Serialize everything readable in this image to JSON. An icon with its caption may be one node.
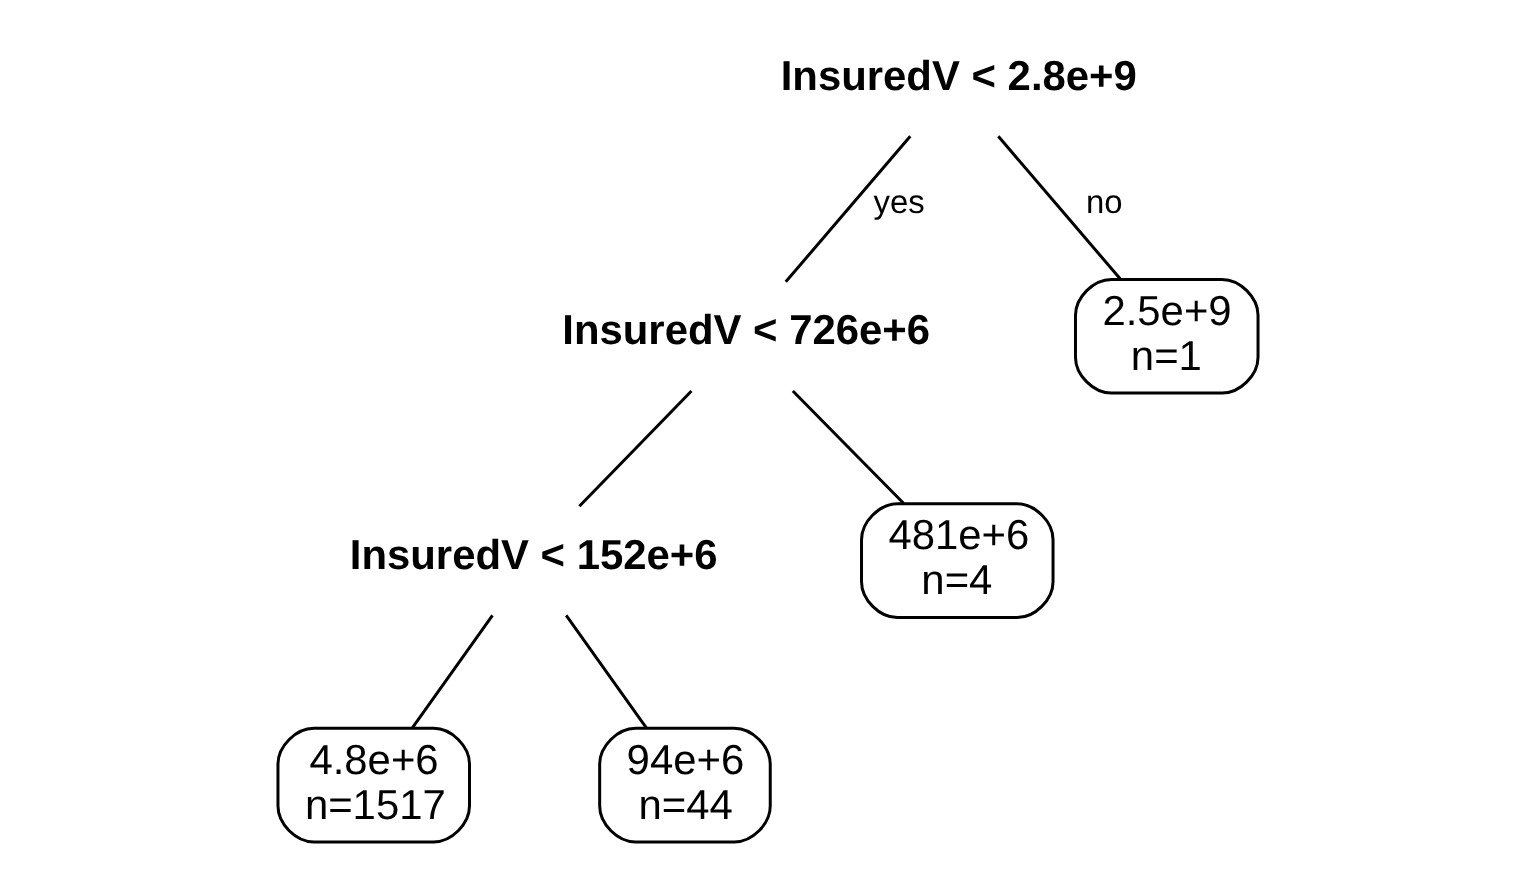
{
  "diagram": {
    "nodes": [
      {
        "text": [
          "InsuredV < 2.8e+9"
        ]
      },
      {
        "text": [
          "InsuredV < 726e+6"
        ]
      },
      {
        "text": [
          "2.5e+9",
          "n=1"
        ]
      },
      {
        "text": [
          "InsuredV < 152e+6"
        ]
      },
      {
        "text": [
          "481e+6",
          "n=4"
        ]
      },
      {
        "text": [
          "4.8e+6",
          "n=1517"
        ]
      },
      {
        "text": [
          "94e+6",
          "n=44"
        ]
      }
    ],
    "edges": [
      {
        "from": 0,
        "to": 1,
        "arrow": "none",
        "label": "yes"
      },
      {
        "from": 0,
        "to": 2,
        "arrow": "none",
        "label": "no"
      },
      {
        "from": 1,
        "to": 3,
        "arrow": "none"
      },
      {
        "from": 1,
        "to": 4,
        "arrow": "none"
      },
      {
        "from": 3,
        "to": 5,
        "arrow": "none"
      },
      {
        "from": 3,
        "to": 6,
        "arrow": "none"
      }
    ]
  }
}
